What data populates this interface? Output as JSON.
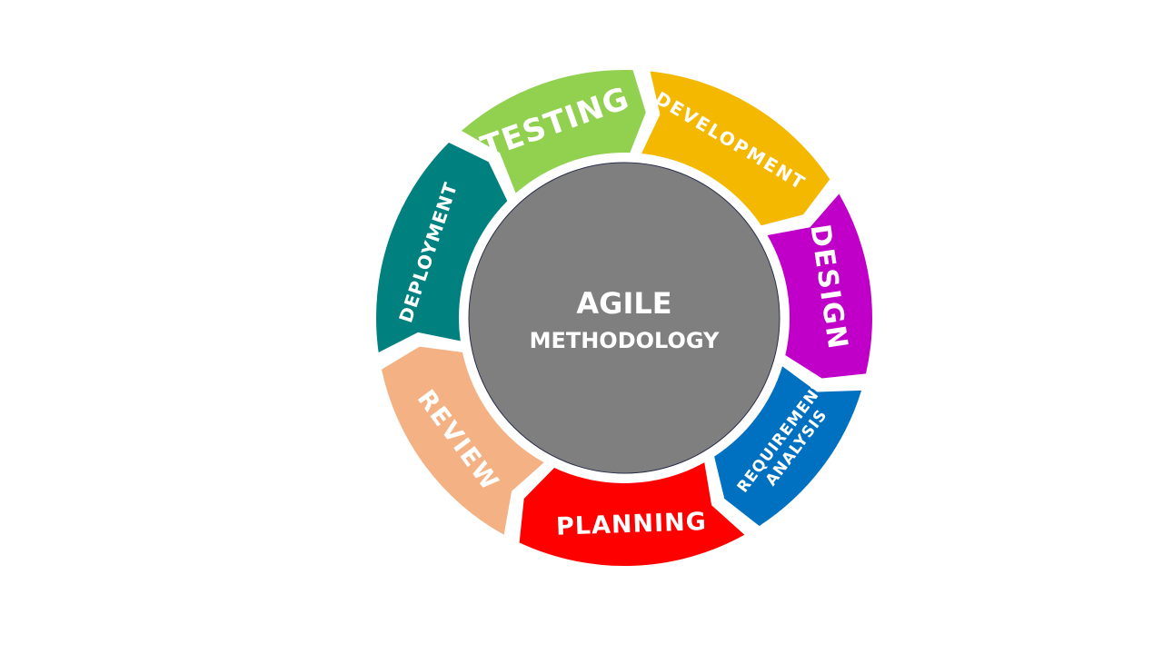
{
  "diagram": {
    "hub": {
      "title": "AGILE",
      "subtitle": "METHODOLOGY",
      "color": "#7f7f7f"
    },
    "stages": [
      {
        "id": "testing",
        "label": "TESTING",
        "color": "#92d050"
      },
      {
        "id": "development",
        "label": "DEVELOPMENT",
        "color": "#f5b800"
      },
      {
        "id": "design",
        "label": "DESIGN",
        "color": "#c000c8"
      },
      {
        "id": "requirement-analysis",
        "label": [
          "REQUIREMENT",
          "ANALYSIS"
        ],
        "color": "#0070c0"
      },
      {
        "id": "planning",
        "label": "PLANNING",
        "color": "#ff0000"
      },
      {
        "id": "review",
        "label": "REVIEW",
        "color": "#f4b183"
      },
      {
        "id": "deployment",
        "label": "DEPLOYMENT",
        "color": "#00807f"
      }
    ]
  }
}
